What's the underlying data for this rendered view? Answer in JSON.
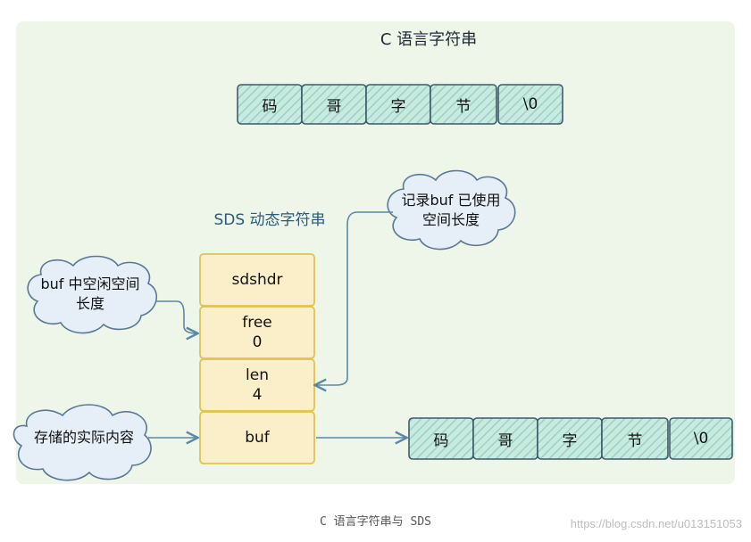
{
  "diagram": {
    "c_string": {
      "title": "C 语言字符串",
      "cells": [
        "码",
        "哥",
        "字",
        "节",
        "\\0"
      ]
    },
    "sds": {
      "title": "SDS 动态字符串",
      "header": "sdshdr",
      "free_label": "free",
      "free_value": "0",
      "len_label": "len",
      "len_value": "4",
      "buf_label": "buf",
      "buf_cells": [
        "码",
        "哥",
        "字",
        "节",
        "\\0"
      ]
    },
    "annotations": {
      "len_note_line1": "记录buf 已使用",
      "len_note_line2": "空间长度",
      "free_note_line1": "buf 中空闲空间",
      "free_note_line2": "长度",
      "buf_note": "存储的实际内容"
    },
    "colors": {
      "panel_bg": "#eef6ea",
      "cell_fill": "#bfe6dc",
      "cell_hatch": "#8fcfc0",
      "cell_stroke": "#3d5a6c",
      "box_fill": "#fbefc9",
      "box_stroke": "#e3c14f",
      "cloud_fill": "#e6eef8",
      "cloud_stroke": "#5a7894",
      "arrow": "#5b87a6"
    }
  },
  "caption": "C 语言字符串与 SDS",
  "watermark": "https://blog.csdn.net/u013151053"
}
